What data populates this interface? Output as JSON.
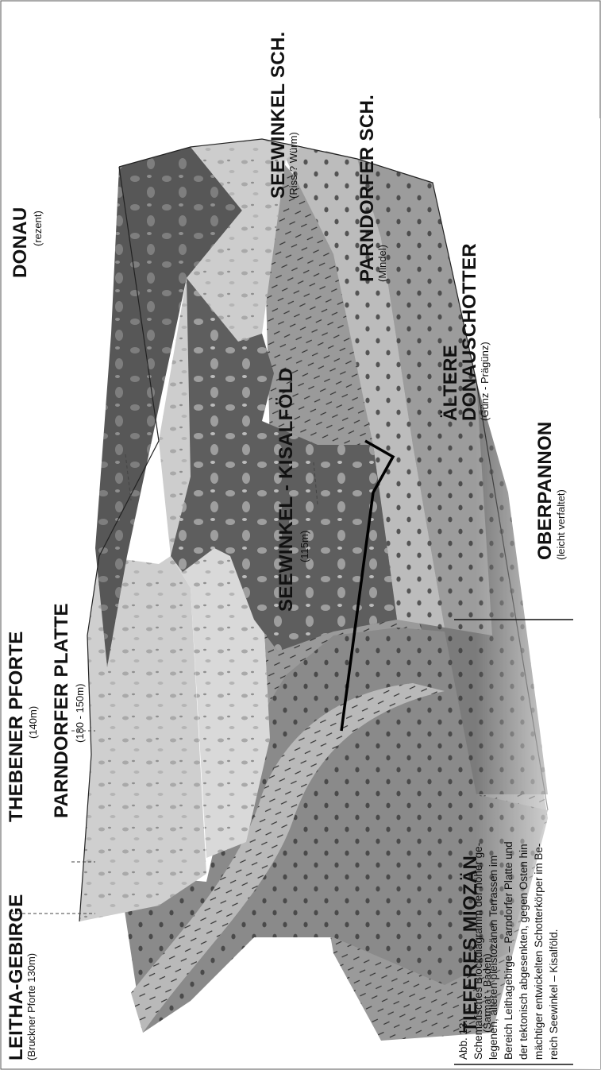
{
  "labels": {
    "leitha": {
      "name": "LEITHA-GEBIRGE",
      "sub": "(Bruckner Pforte 130m)"
    },
    "thebener": {
      "name": "THEBENER PFORTE",
      "sub": "(140m)"
    },
    "parndorfer_platte": {
      "name": "PARNDORFER PLATTE",
      "sub": "(180 - 150m)"
    },
    "donau": {
      "name": "DONAU",
      "sub": "(rezent)"
    },
    "seewinkel_kisalfold": {
      "name": "SEEWINKEL - KISALFÖLD",
      "sub": "(115m)"
    },
    "seewinkel_sch": {
      "name": "SEEWINKEL SCH.",
      "sub": "(Riss-? Würm)"
    },
    "parndorfer_sch": {
      "name": "PARNDORFER SCH.",
      "sub": "(Mindel)"
    },
    "aeltere_1": "ÄLTERE",
    "aeltere_2": "DONAUSCHOTTER",
    "aeltere_sub": "(Günz - Prägünz)",
    "oberpannon": {
      "name": "OBERPANNON",
      "sub": "(leicht verfaltet)"
    },
    "tieferes": {
      "name": "TIEFERES MIOZÄN",
      "sub": "(Sarmat - Baden)"
    }
  },
  "caption": {
    "lines": [
      "Abb. 13.",
      "Schematisches Blockdiagramm der höher ge-",
      "legenen, älteren pleistozänen Terrassen im",
      "Bereich Leithagebirge – Parndorfer Platte und",
      "der tektonisch abgesenkten, gegen Osten hin",
      "mächtiger entwickelten Schotterkörper im Be-",
      "reich Seewinkel – Kisalföld."
    ]
  },
  "colors": {
    "surface_light": "#d4d4d4",
    "surface_dark": "#575757",
    "layer_light": "#bcbcbc",
    "layer_mid": "#9a9a9a",
    "layer_dark": "#7b7b7b",
    "outline": "#222222"
  }
}
